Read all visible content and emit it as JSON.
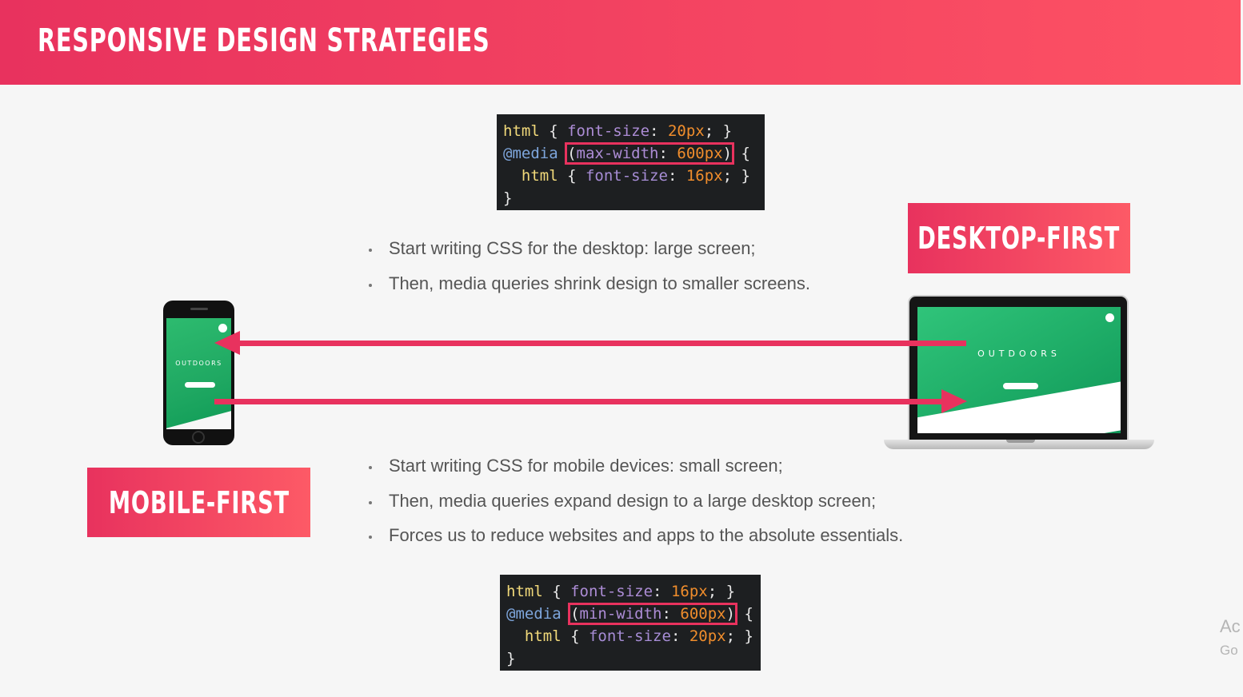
{
  "header": {
    "title": "RESPONSIVE DESIGN STRATEGIES"
  },
  "desktop_first": {
    "label": "DESKTOP-FIRST",
    "code": {
      "line1_selector": "html",
      "line1_prop": "font-size",
      "line1_value": "20px",
      "media_at": "@media",
      "media_feature": "max-width",
      "media_value": "600px",
      "line3_selector": "html",
      "line3_prop": "font-size",
      "line3_value": "16px"
    },
    "bullets": [
      "Start writing CSS for the desktop: large screen;",
      "Then, media queries shrink design to smaller screens."
    ]
  },
  "mobile_first": {
    "label": "MOBILE-FIRST",
    "code": {
      "line1_selector": "html",
      "line1_prop": "font-size",
      "line1_value": "16px",
      "media_at": "@media",
      "media_feature": "min-width",
      "media_value": "600px",
      "line3_selector": "html",
      "line3_prop": "font-size",
      "line3_value": "20px"
    },
    "bullets": [
      "Start writing CSS for mobile devices: small screen;",
      "Then, media queries expand design to a large desktop screen;",
      "Forces us to reduce websites and apps to the absolute essentials."
    ]
  },
  "devices": {
    "phone_title": "OUTDOORS",
    "laptop_title": "OUTDOORS"
  },
  "watermark": {
    "line1": "Ac",
    "line2": "Go"
  },
  "colors": {
    "accent": "#e8325e",
    "accent_end": "#fd5264",
    "code_bg": "#1d1f21"
  },
  "icons": [
    "arrow-left-icon",
    "arrow-right-icon",
    "menu-icon"
  ]
}
